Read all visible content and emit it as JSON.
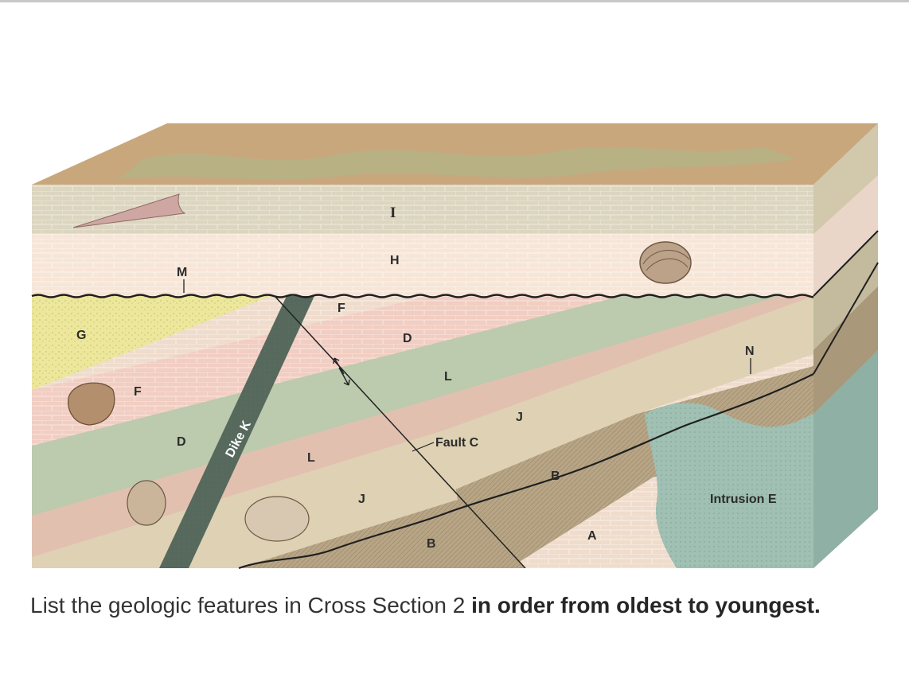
{
  "labels": {
    "I": "I",
    "H": "H",
    "M": "M",
    "G": "G",
    "F_upper": "F",
    "F_lower": "F",
    "D_upper": "D",
    "D_lower": "D",
    "L_upper": "L",
    "L_lower": "L",
    "J_upper": "J",
    "J_lower": "J",
    "B_upper": "B",
    "B_lower": "B",
    "A": "A",
    "N": "N",
    "fault": "Fault C",
    "dike": "Dike K",
    "intrusion": "Intrusion E"
  },
  "question": {
    "prefix": "List the geologic features in Cross Section 2 ",
    "emphasis": "in order from oldest to youngest."
  },
  "colors": {
    "surface": "#c9a77d",
    "layer_I": "#dcd5bf",
    "layer_H": "#f7e6d8",
    "layer_G": "#ece79a",
    "layer_F": "#f1cdc2",
    "layer_D": "#bccaae",
    "layer_L": "#e2c0b0",
    "layer_J": "#ded1b4",
    "layer_B": "#b8a586",
    "layer_A": "#efdccc",
    "intrusion": "#9fc0b3",
    "dike": "#56695c"
  }
}
